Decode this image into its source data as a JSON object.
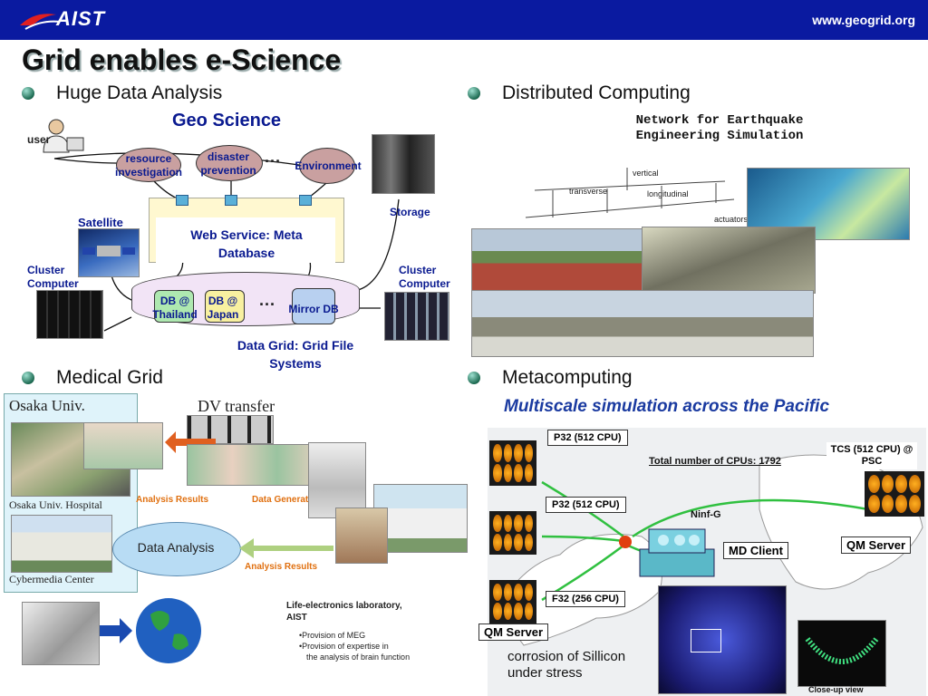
{
  "header": {
    "logo_text": "AIST",
    "url": "www.geogrid.org"
  },
  "slide": {
    "title": "Grid enables e-Science"
  },
  "sections": {
    "data_analysis": "Huge Data Analysis",
    "distributed": "Distributed Computing",
    "medical": "Medical Grid",
    "metacomputing": "Metacomputing"
  },
  "geo": {
    "title": "Geo Science",
    "user": "user",
    "resource": "resource investigation",
    "disaster": "disaster prevention",
    "environment": "Environment",
    "dots": "···",
    "web_service": "Web Service:  Meta Database",
    "satellite": "Satellite",
    "storage": "Storage",
    "cluster_left": "Cluster Computer",
    "cluster_right": "Cluster Computer",
    "db_thailand": "DB @ Thailand",
    "db_japan": "DB @ Japan",
    "mirror_db": "Mirror DB",
    "data_grid": "Data Grid: Grid File Systems"
  },
  "earthquake": {
    "banner": "Network for Earthquake Engineering Simulation",
    "vertical": "vertical",
    "transverse": "transverse",
    "longitudinal": "longitudinal",
    "actuators": "actuators"
  },
  "medical": {
    "osaka": "Osaka Univ.",
    "hospital": "Osaka Univ. Hospital",
    "cybermedia": "Cybermedia Center",
    "dv_transfer": "DV transfer",
    "analysis_results_1": "Analysis Results",
    "data_generation": "Data Generation",
    "data_analysis": "Data Analysis",
    "analysis_results_2": "Analysis Results",
    "lab_title": "Life-electronics laboratory, AIST",
    "lab_item_1": "•Provision of MEG",
    "lab_item_2": "•Provision of expertise in",
    "lab_item_3": "the analysis of brain function"
  },
  "meta": {
    "subtitle": "Multiscale simulation across the Pacific",
    "p32_a": "P32 (512 CPU)",
    "p32_b": "P32 (512 CPU)",
    "f32": "F32 (256 CPU)",
    "total": "Total number of CPUs: 1792",
    "tcs": "TCS (512 CPU) @ PSC",
    "ninf": "Ninf-G",
    "md_client": "MD Client",
    "qm_server_right": "QM Server",
    "qm_server_left": "QM Server",
    "corrosion_1": "corrosion of Sillicon",
    "corrosion_2": "under stress",
    "closeup": "Close-up view"
  }
}
